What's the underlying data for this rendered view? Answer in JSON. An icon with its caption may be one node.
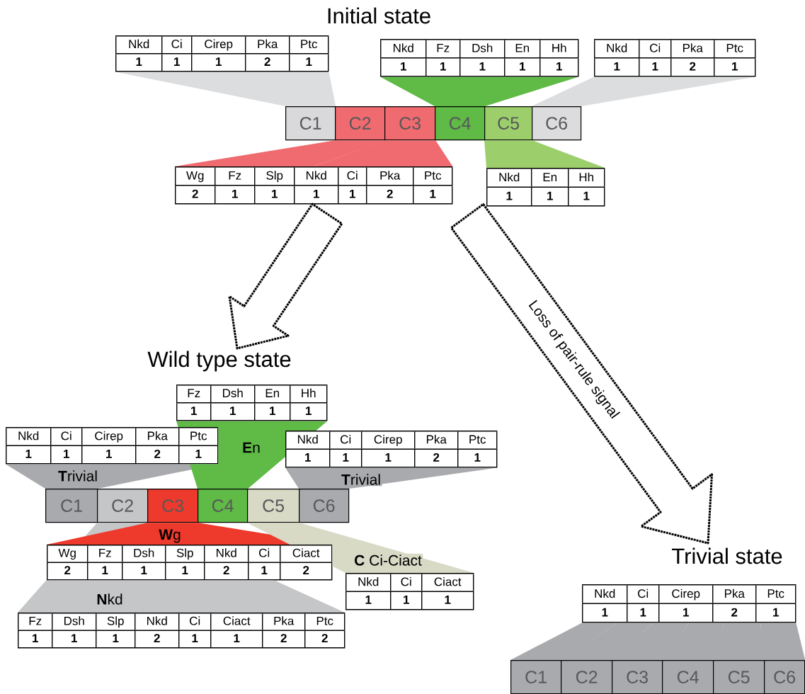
{
  "diagram": {
    "nodes": [
      {
        "text": [
          "Nkd",
          "Ci",
          "Cirep",
          "Pka",
          "Ptc",
          "1",
          "1",
          "1",
          "2",
          "1"
        ]
      },
      {
        "text": [
          "Nkd",
          "Fz",
          "Dsh",
          "En",
          "Hh",
          "1",
          "1",
          "1",
          "1",
          "1"
        ]
      },
      {
        "text": [
          "Nkd",
          "Ci",
          "Pka",
          "Ptc",
          "1",
          "1",
          "2",
          "1"
        ]
      },
      {
        "text": [
          "C1"
        ]
      },
      {
        "text": [
          "C2"
        ]
      },
      {
        "text": [
          "C3"
        ]
      },
      {
        "text": [
          "C4"
        ]
      },
      {
        "text": [
          "C5"
        ]
      },
      {
        "text": [
          "C6"
        ]
      },
      {
        "text": [
          "Wg",
          "Fz",
          "Slp",
          "Nkd",
          "Ci",
          "Pka",
          "Ptc",
          "2",
          "1",
          "1",
          "1",
          "1",
          "2",
          "1"
        ]
      },
      {
        "text": [
          "Nkd",
          "En",
          "Hh",
          "1",
          "1",
          "1"
        ]
      },
      {
        "text": [
          "Wild type state"
        ]
      },
      {
        "text": [
          "Fz",
          "Dsh",
          "En",
          "Hh",
          "1",
          "1",
          "1",
          "1"
        ]
      },
      {
        "text": [
          "Nkd",
          "Ci",
          "Cirep",
          "Pka",
          "Ptc",
          "1",
          "1",
          "1",
          "2",
          "1"
        ]
      },
      {
        "text": [
          "Nkd",
          "Ci",
          "Cirep",
          "Pka",
          "Ptc",
          "1",
          "1",
          "1",
          "2",
          "1"
        ]
      },
      {
        "text": [
          "C1"
        ]
      },
      {
        "text": [
          "C2"
        ]
      },
      {
        "text": [
          "C3"
        ]
      },
      {
        "text": [
          "C4"
        ]
      },
      {
        "text": [
          "C5"
        ]
      },
      {
        "text": [
          "C6"
        ]
      },
      {
        "text": [
          "Wg",
          "Fz",
          "Dsh",
          "Slp",
          "Nkd",
          "Ci",
          "Ciact",
          "2",
          "1",
          "1",
          "1",
          "2",
          "1",
          "2"
        ]
      },
      {
        "text": [
          "Nkd",
          "Ci",
          "Ciact",
          "1",
          "1",
          "1"
        ]
      },
      {
        "text": [
          "Fz",
          "Dsh",
          "Slp",
          "Nkd",
          "Ci",
          "Ciact",
          "Pka",
          "Ptc",
          "1",
          "1",
          "1",
          "2",
          "1",
          "1",
          "2",
          "2"
        ]
      },
      {
        "text": [
          "Trivial state"
        ]
      },
      {
        "text": [
          "Nkd",
          "Ci",
          "Cirep",
          "Pka",
          "Ptc",
          "1",
          "1",
          "1",
          "2",
          "1"
        ]
      },
      {
        "text": [
          "C1"
        ]
      },
      {
        "text": [
          "C2"
        ]
      },
      {
        "text": [
          "C3"
        ]
      },
      {
        "text": [
          "C4"
        ]
      },
      {
        "text": [
          "C5"
        ]
      },
      {
        "text": [
          "C6"
        ]
      }
    ],
    "edges": [
      {
        "from": 3,
        "to": 0,
        "arrow": "none",
        "color": "#dcdddf"
      },
      {
        "from": 6,
        "to": 1,
        "arrow": "none",
        "color": "#5fba46"
      },
      {
        "from": 8,
        "to": 2,
        "arrow": "none",
        "color": "#dcdddf"
      },
      {
        "from": 4,
        "to": 9,
        "arrow": "none",
        "color": "#f06b6f"
      },
      {
        "from": 5,
        "to": 9,
        "arrow": "none",
        "color": "#f06b6f"
      },
      {
        "from": 7,
        "to": 10,
        "arrow": "none",
        "color": "#9ccf6c"
      },
      {
        "from": 9,
        "to": 11,
        "arrow": "to",
        "style": "dashed"
      },
      {
        "from": 10,
        "to": 24,
        "arrow": "to",
        "style": "dashed",
        "label": "Loss of pair-rule signal"
      },
      {
        "from": 15,
        "to": 13,
        "arrow": "none",
        "color": "#a9aaad",
        "label": "**T**rivial"
      },
      {
        "from": 18,
        "to": 12,
        "arrow": "none",
        "color": "#5fba46",
        "label": "**E**n"
      },
      {
        "from": 20,
        "to": 14,
        "arrow": "none",
        "color": "#a9aaad",
        "label": "**T**rivial"
      },
      {
        "from": 16,
        "to": 23,
        "arrow": "none",
        "color": "#c5c6c8",
        "label": "**N**kd"
      },
      {
        "from": 17,
        "to": 21,
        "arrow": "none",
        "color": "#ee3a2c",
        "label": "**W**g"
      },
      {
        "from": 19,
        "to": 22,
        "arrow": "none",
        "color": "#d8dac6",
        "label": "**C** Ci-Ciact"
      },
      {
        "from": 26,
        "to": 25,
        "arrow": "none",
        "color": "#a9aaad"
      },
      {
        "from": 27,
        "to": 25,
        "arrow": "none",
        "color": "#a9aaad"
      },
      {
        "from": 28,
        "to": 25,
        "arrow": "none",
        "color": "#a9aaad"
      },
      {
        "from": 29,
        "to": 25,
        "arrow": "none",
        "color": "#a9aaad"
      },
      {
        "from": 30,
        "to": 25,
        "arrow": "none",
        "color": "#a9aaad"
      },
      {
        "from": 31,
        "to": 25,
        "arrow": "none",
        "color": "#a9aaad"
      }
    ],
    "labels": [
      "Initial state"
    ]
  }
}
